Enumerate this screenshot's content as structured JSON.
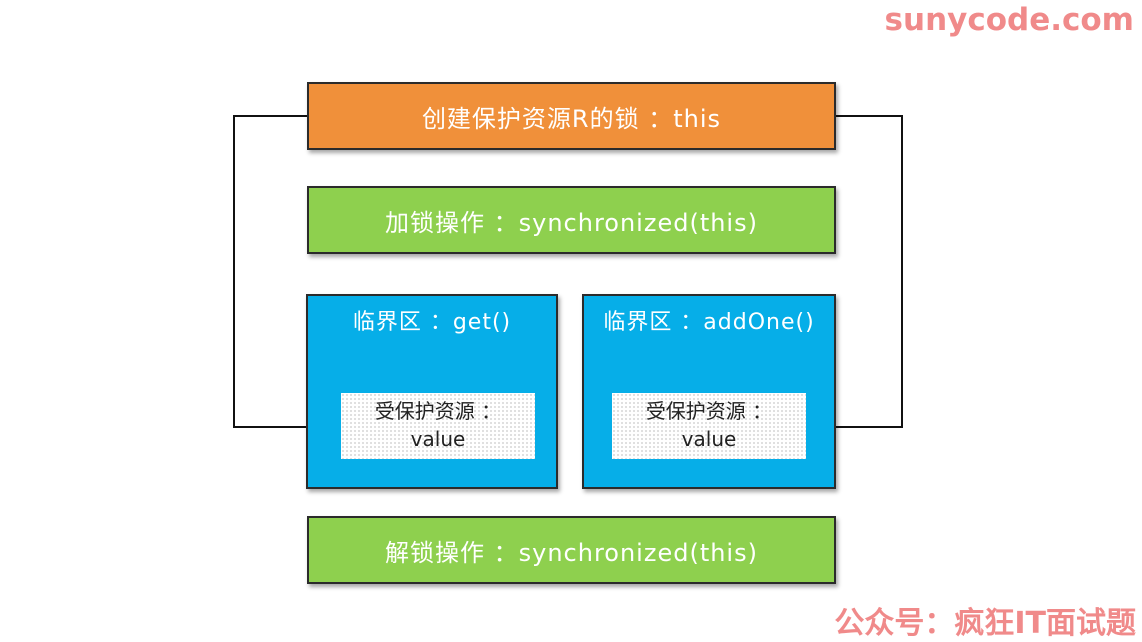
{
  "watermarks": {
    "site": "sunycode.com",
    "account": "公众号：疯狂IT面试题"
  },
  "diagram": {
    "lock_object": "创建保护资源R的锁 ：this",
    "lock_op": "加锁操作 ：synchronized(this)",
    "critical_sections": [
      {
        "title": "临界区 ：get()",
        "resource_line1": "受保护资源 ：",
        "resource_line2": "value"
      },
      {
        "title": "临界区 ：addOne()",
        "resource_line1": "受保护资源 ：",
        "resource_line2": "value"
      }
    ],
    "unlock_op": "解锁操作 ：synchronized(this)"
  },
  "colors": {
    "lock_box": "#f0903a",
    "operation_box": "#8ed04e",
    "critical_section_box": "#06aee8",
    "watermark": "#f08a8a"
  }
}
